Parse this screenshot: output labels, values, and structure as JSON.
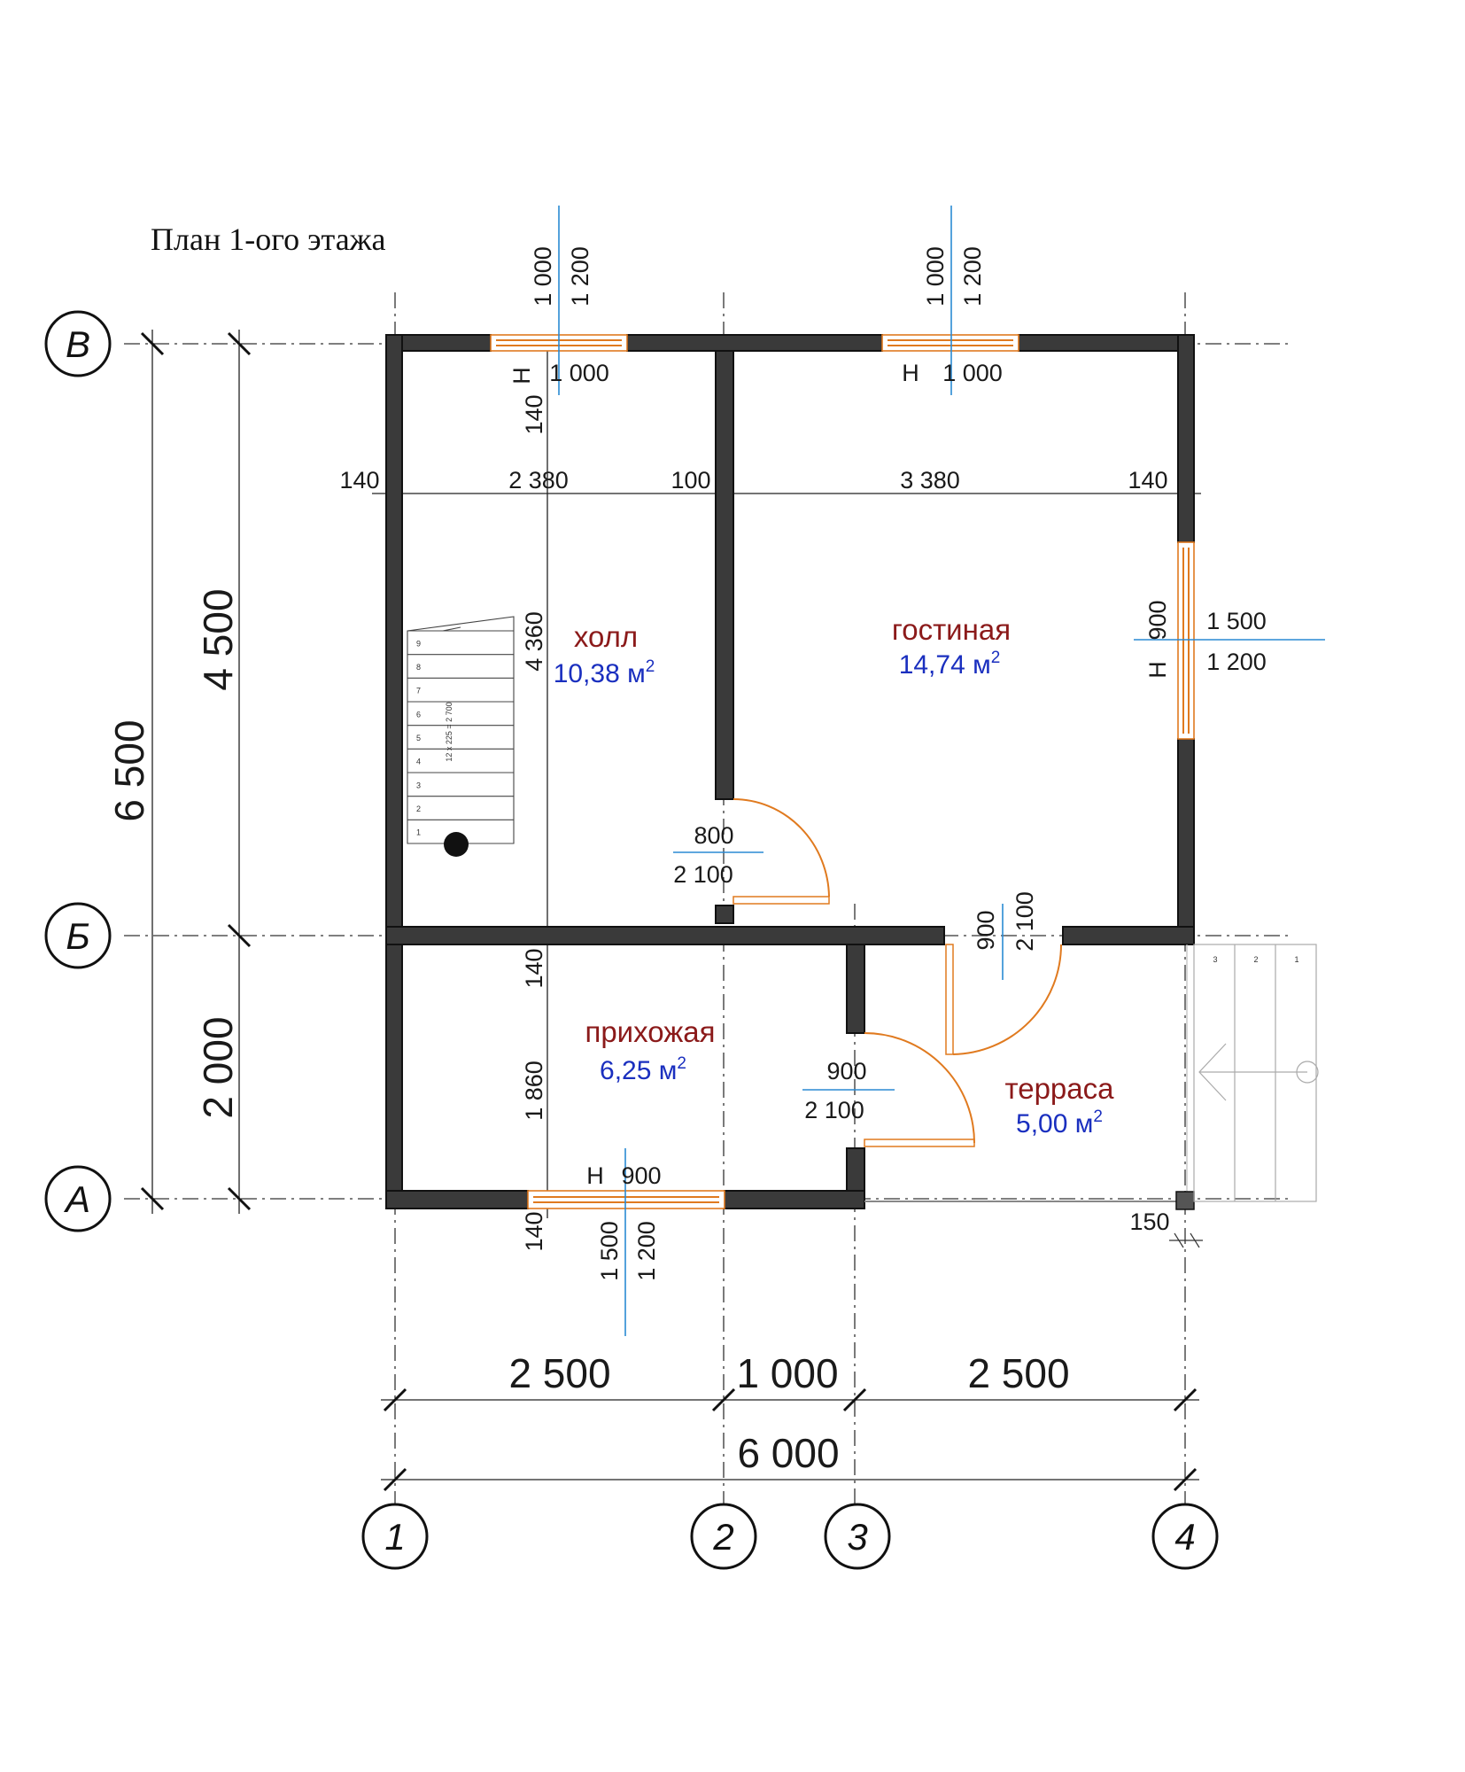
{
  "title": "План 1-ого этажа",
  "axes": {
    "rows": [
      "В",
      "Б",
      "А"
    ],
    "cols": [
      "1",
      "2",
      "3",
      "4"
    ]
  },
  "dims": {
    "vert_total": "6 500",
    "vert_upper": "4 500",
    "vert_lower": "2 000",
    "horiz_seg1": "2 500",
    "horiz_seg2": "1 000",
    "horiz_seg3": "2 500",
    "horiz_total": "6 000",
    "inner_140_left": "140",
    "inner_2380": "2 380",
    "inner_100": "100",
    "inner_3380": "3 380",
    "inner_140_right": "140",
    "hall_depth": "4 360",
    "foyer_depth": "1 860",
    "wall_140_top": "140",
    "wall_140_mid": "140",
    "wall_140_bottom": "140",
    "post_150": "150"
  },
  "windows": {
    "top_left": {
      "w": "1 000",
      "h": "1 200",
      "sill_label": "Н",
      "sill": "1 000"
    },
    "top_right": {
      "w": "1 000",
      "h": "1 200",
      "sill_label": "Н",
      "sill": "1 000"
    },
    "right": {
      "w": "1 500",
      "h": "1 200",
      "sill_label": "Н",
      "sill": "900"
    },
    "bottom": {
      "w": "1 500",
      "h": "1 200",
      "sill_label": "Н",
      "sill": "900"
    }
  },
  "doors": {
    "hall_living": {
      "w": "800",
      "h": "2 100"
    },
    "terrace_living": {
      "w": "900",
      "h": "2 100"
    },
    "foyer_terrace": {
      "w": "900",
      "h": "2 100"
    }
  },
  "rooms": {
    "hall": {
      "name": "холл",
      "area": "10,38 м",
      "sup": "2"
    },
    "living": {
      "name": "гостиная",
      "area": "14,74 м",
      "sup": "2"
    },
    "foyer": {
      "name": "прихожая",
      "area": "6,25 м",
      "sup": "2"
    },
    "terrace": {
      "name": "терраса",
      "area": "5,00 м",
      "sup": "2"
    }
  },
  "stair": {
    "steps": [
      "1",
      "2",
      "3",
      "4",
      "5",
      "6",
      "7",
      "8",
      "9"
    ],
    "note": "12 x 225 = 2 700",
    "porch_steps": [
      "3",
      "2",
      "1"
    ]
  },
  "colors": {
    "wall": "#3a3a3a",
    "door": "#e07a1f",
    "marker": "#2a8ad4",
    "room_name": "#8b1a1a",
    "room_area": "#1a2fbf"
  }
}
